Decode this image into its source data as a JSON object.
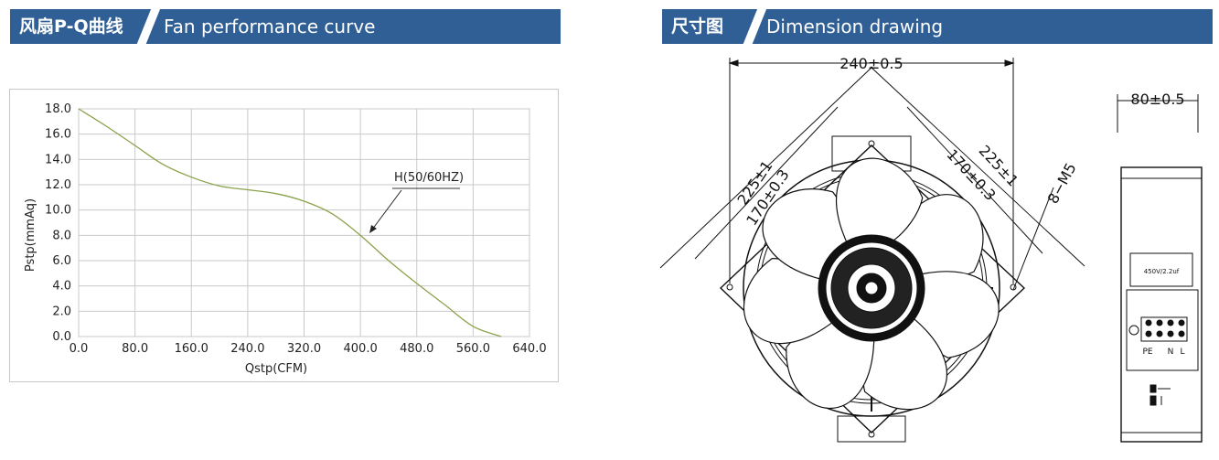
{
  "left_header": {
    "cn": "风扇P-Q曲线",
    "en": "Fan performance curve"
  },
  "right_header": {
    "cn": "尺寸图",
    "en": "Dimension drawing"
  },
  "chart_data": {
    "type": "line",
    "xlabel": "Qstp(CFM)",
    "ylabel": "Pstp(mmAq)",
    "xlim": [
      0,
      640
    ],
    "ylim": [
      0,
      18
    ],
    "x_ticks": [
      "0.0",
      "80.0",
      "160.0",
      "240.0",
      "320.0",
      "400.0",
      "480.0",
      "560.0",
      "640.0"
    ],
    "y_ticks": [
      "0.0",
      "2.0",
      "4.0",
      "6.0",
      "8.0",
      "10.0",
      "12.0",
      "14.0",
      "16.0",
      "18.0"
    ],
    "grid": true,
    "annotation": "H(50/60HZ)",
    "line_color": "#8aa24a",
    "series": [
      {
        "name": "H(50/60HZ)",
        "x": [
          0,
          40,
          80,
          120,
          160,
          200,
          240,
          280,
          320,
          360,
          400,
          440,
          480,
          520,
          560,
          600
        ],
        "y": [
          18.0,
          16.6,
          15.1,
          13.6,
          12.6,
          11.9,
          11.6,
          11.3,
          10.7,
          9.7,
          8.0,
          6.0,
          4.2,
          2.5,
          0.8,
          0.0
        ]
      }
    ]
  },
  "drawing": {
    "dims": {
      "width": "240±0.5",
      "diag_outer_left": "225±1",
      "diag_inner_left": "170±0.3",
      "diag_inner_right": "170±0.3",
      "diag_outer_right": "225±1",
      "holes": "8−M5",
      "depth": "80±0.5"
    },
    "capacitor_label": "450V/2.2uf",
    "terminal_labels": [
      "PE",
      "N",
      "L"
    ]
  }
}
